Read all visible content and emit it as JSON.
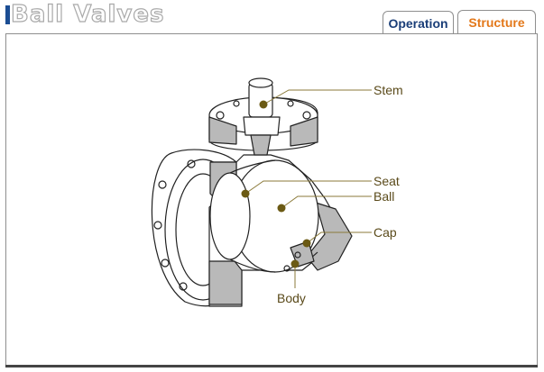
{
  "header": {
    "title": "Ball Valves"
  },
  "tabs": [
    {
      "label": "Operation",
      "active": false
    },
    {
      "label": "Structure",
      "active": true
    }
  ],
  "colors": {
    "title_accent": "#1b4d93",
    "tab_inactive_text": "#1a3e78",
    "tab_active_text": "#e3781a",
    "callout_dot": "#6b5a14",
    "callout_line": "#8b7a3a",
    "section_fill": "#b9b9b9"
  },
  "diagram": {
    "labels": {
      "stem": "Stem",
      "seat": "Seat",
      "ball": "Ball",
      "cap": "Cap",
      "body": "Body"
    }
  }
}
